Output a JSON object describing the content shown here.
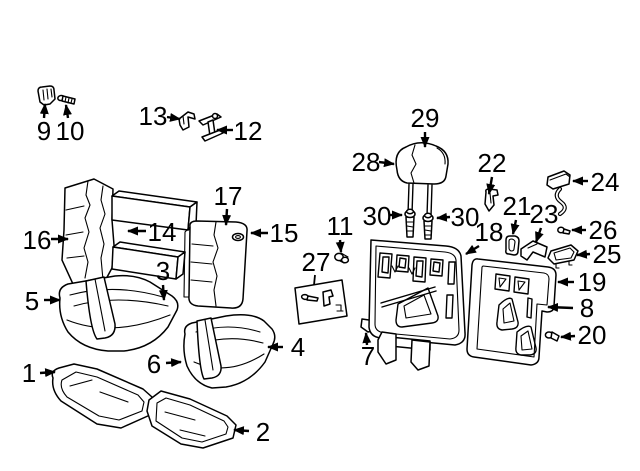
{
  "diagram": {
    "description": "Exploded parts diagram of a vehicle rear seat assembly",
    "colors": {
      "background": "#ffffff",
      "line": "#000000",
      "label": "#000000"
    },
    "callouts": [
      "1",
      "2",
      "3",
      "4",
      "5",
      "6",
      "7",
      "8",
      "9",
      "10",
      "11",
      "12",
      "13",
      "14",
      "15",
      "16",
      "17",
      "18",
      "19",
      "20",
      "21",
      "22",
      "23",
      "24",
      "25",
      "26",
      "27",
      "28",
      "29",
      "30",
      "30"
    ]
  }
}
